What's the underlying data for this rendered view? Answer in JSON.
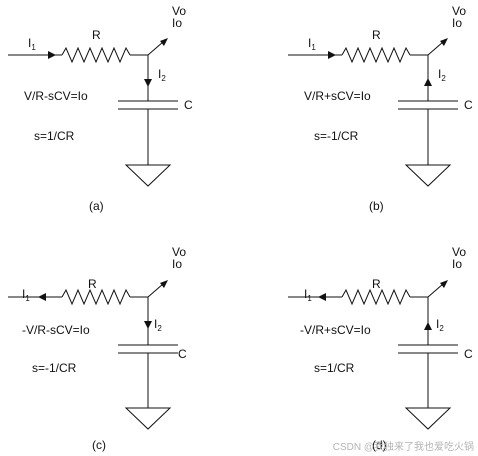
{
  "panels": [
    {
      "label_left": "I",
      "label_left_sub": "1",
      "label_current": "I",
      "label_current_sub": "2",
      "resistor": "R",
      "capacitor": "C",
      "output_top": "Vo",
      "output_bottom": "Io",
      "equation": "V/R-sCV=Io",
      "solution": "s=1/CR",
      "caption": "(a)"
    },
    {
      "label_left": "I",
      "label_left_sub": "1",
      "label_current": "I",
      "label_current_sub": "2",
      "resistor": "R",
      "capacitor": "C",
      "output_top": "Vo",
      "output_bottom": "Io",
      "equation": "V/R+sCV=Io",
      "solution": "s=-1/CR",
      "caption": "(b)"
    },
    {
      "label_left": "I",
      "label_left_sub": "1",
      "label_current": "I",
      "label_current_sub": "2",
      "resistor": "R",
      "capacitor": "C",
      "output_top": "Vo",
      "output_bottom": "Io",
      "equation": "-V/R-sCV=Io",
      "solution": "s=-1/CR",
      "caption": "(c)"
    },
    {
      "label_left": "I",
      "label_left_sub": "1",
      "label_current": "I",
      "label_current_sub": "2",
      "resistor": "R",
      "capacitor": "C",
      "output_top": "Vo",
      "output_bottom": "Io",
      "equation": "-V/R+sCV=Io",
      "solution": "s=1/CR",
      "caption": "(d)"
    }
  ],
  "watermark": "CSDN @我独来了我也爱吃火锅"
}
